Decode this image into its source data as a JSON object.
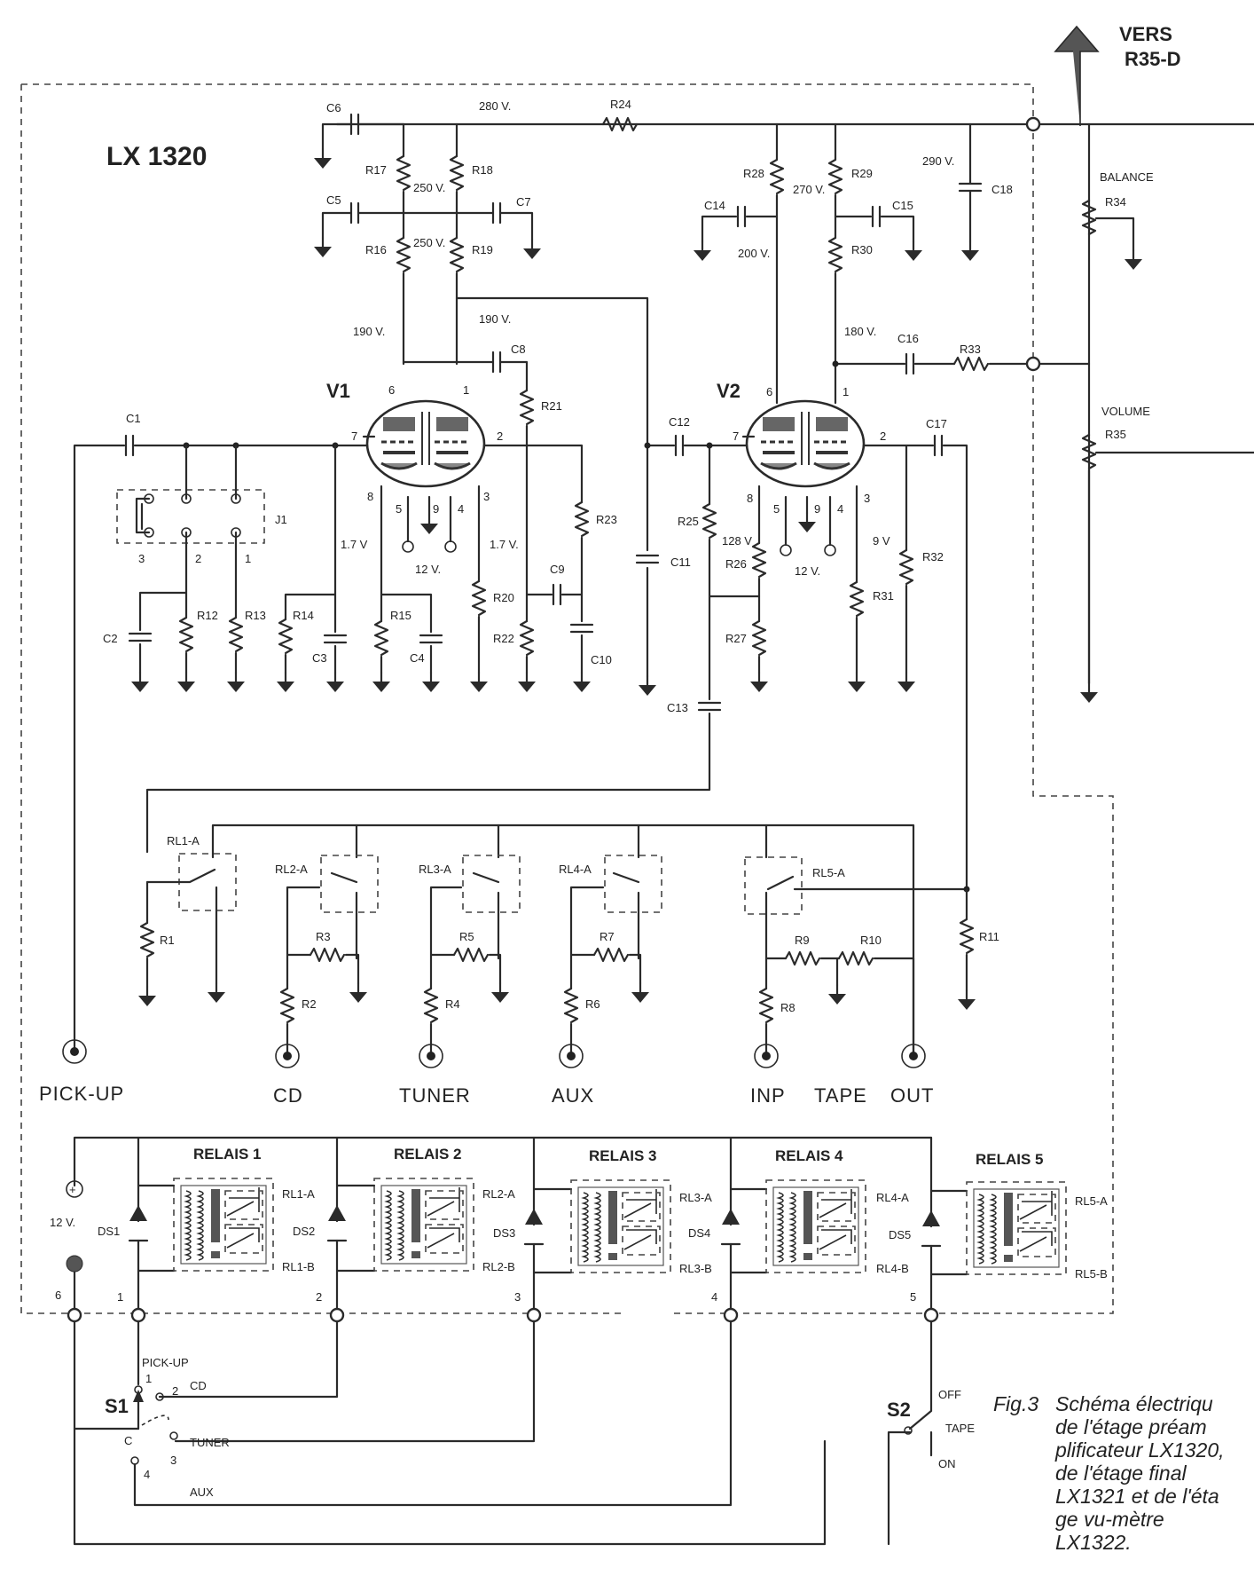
{
  "board_title": "LX 1320",
  "vers": [
    "VERS",
    "R35-D"
  ],
  "tubes": [
    "V1",
    "V2"
  ],
  "pins_v1": [
    "6",
    "1",
    "7",
    "2",
    "8",
    "5",
    "9",
    "4",
    "3"
  ],
  "pins_v2": [
    "6",
    "1",
    "7",
    "2",
    "8",
    "5",
    "9",
    "4",
    "3"
  ],
  "controls": {
    "balance": "BALANCE",
    "volume": "VOLUME"
  },
  "jack_j1": {
    "label": "J1",
    "pins": [
      "3",
      "2",
      "1"
    ]
  },
  "voltages": [
    "280 V.",
    "250 V.",
    "250 V.",
    "190 V.",
    "190 V.",
    "1.7 V",
    "12 V.",
    "1.7 V.",
    "290 V.",
    "270 V.",
    "200 V.",
    "180 V.",
    "128 V",
    "12 V.",
    "9 V",
    "12 V."
  ],
  "resistors": [
    "R24",
    "R17",
    "R18",
    "R16",
    "R19",
    "R21",
    "R23",
    "R20",
    "R22",
    "R12",
    "R13",
    "R14",
    "R15",
    "R28",
    "R29",
    "R30",
    "R25",
    "R26",
    "R27",
    "R31",
    "R32",
    "R33",
    "R34",
    "R35",
    "R1",
    "R3",
    "R2",
    "R5",
    "R4",
    "R7",
    "R6",
    "R9",
    "R10",
    "R8",
    "R11"
  ],
  "capacitors": [
    "C6",
    "C5",
    "C7",
    "C8",
    "C1",
    "C2",
    "C3",
    "C4",
    "C9",
    "C10",
    "C11",
    "C12",
    "C13",
    "C14",
    "C15",
    "C16",
    "C17",
    "C18"
  ],
  "relay_contacts": [
    "RL1-A",
    "RL2-A",
    "RL3-A",
    "RL4-A",
    "RL5-A"
  ],
  "relays": [
    {
      "title": "RELAIS 1",
      "contact_a": "RL1-A",
      "contact_b": "RL1-B",
      "diode": "DS1",
      "terminal": "1"
    },
    {
      "title": "RELAIS 2",
      "contact_a": "RL2-A",
      "contact_b": "RL2-B",
      "diode": "DS2",
      "terminal": "2"
    },
    {
      "title": "RELAIS 3",
      "contact_a": "RL3-A",
      "contact_b": "RL3-B",
      "diode": "DS3",
      "terminal": "3"
    },
    {
      "title": "RELAIS 4",
      "contact_a": "RL4-A",
      "contact_b": "RL4-B",
      "diode": "DS4",
      "terminal": "4"
    },
    {
      "title": "RELAIS 5",
      "contact_a": "RL5-A",
      "contact_b": "RL5-B",
      "diode": "DS5",
      "terminal": "5"
    }
  ],
  "connectors": [
    "PICK-UP",
    "CD",
    "TUNER",
    "AUX",
    "INP",
    "TAPE",
    "OUT"
  ],
  "supply": {
    "voltage": "12 V.",
    "terminal": "6"
  },
  "switch_s1": {
    "name": "S1",
    "common": "C",
    "positions": [
      "PICK-UP",
      "CD",
      "TUNER",
      "AUX"
    ],
    "numbers": [
      "1",
      "2",
      "3",
      "4"
    ]
  },
  "switch_s2": {
    "name": "S2",
    "positions": [
      "OFF",
      "TAPE",
      "ON"
    ]
  },
  "caption": {
    "figure": "Fig.3",
    "lines": [
      "Schéma électriqu",
      "de l'étage préam",
      "plificateur LX1320,",
      "de l'étage final",
      "LX1321 et de l'éta",
      "ge vu-mètre",
      "LX1322."
    ]
  }
}
